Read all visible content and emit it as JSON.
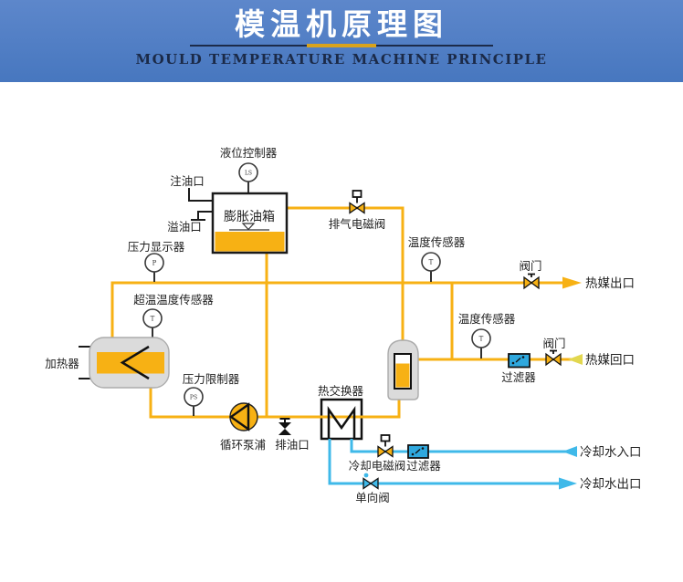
{
  "header": {
    "title": "模温机原理图",
    "subtitle": "MOULD TEMPERATURE MACHINE PRINCIPLE"
  },
  "colors": {
    "header_bg": "#4c7cc5",
    "header_dark": "#1c2b4a",
    "header_gold": "#d9a31c",
    "hot_pipe": "#f7b114",
    "cool_pipe": "#3fb9e9",
    "oil_fill": "#f7b114",
    "filter_fill": "#2fa8de",
    "metal_gray": "#dbdbdb",
    "return_arrow": "#e2d74f"
  },
  "diagram": {
    "labels": {
      "level_controller": "液位控制器",
      "oil_fill_port": "注油口",
      "oil_overflow_port": "溢油口",
      "expansion_tank": "膨胀油箱",
      "exhaust_solenoid_valve": "排气电磁阀",
      "pressure_display": "压力显示器",
      "overtemp_sensor": "超温温度传感器",
      "heater": "加热器",
      "pressure_limiter": "压力限制器",
      "temp_sensor_main": "温度传感器",
      "valve_outlet": "阀门",
      "hot_medium_outlet": "热媒出口",
      "temp_sensor_return": "温度传感器",
      "valve_return": "阀门",
      "filter_return": "过滤器",
      "hot_medium_return": "热媒回口",
      "circulation_pump": "循环泵浦",
      "oil_drain_port": "排油口",
      "heat_exchanger": "热交换器",
      "cooling_solenoid_valve": "冷却电磁阀",
      "filter_cooling": "过滤器",
      "check_valve": "单向阀",
      "cooling_water_inlet": "冷却水入口",
      "cooling_water_outlet": "冷却水出口"
    },
    "sensor_tags": {
      "level": "LS",
      "pressure": "P",
      "overtemp": "T",
      "temp_main": "T",
      "pressure_limit": "PS",
      "temp_return": "T"
    }
  }
}
